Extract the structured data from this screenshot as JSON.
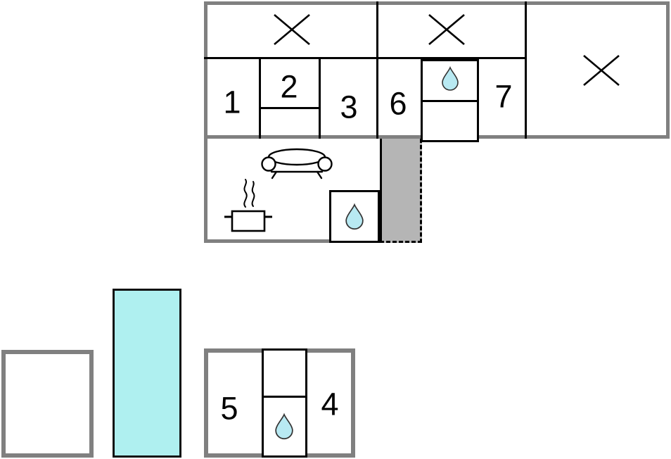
{
  "colors": {
    "wall_gray": "#808080",
    "line_black": "#000000",
    "stairs_fill": "#b5b5b5",
    "pool_fill": "#aff0f0",
    "drop_fill": "#b8e9f2",
    "background": "#ffffff"
  },
  "rooms": {
    "room1": {
      "label": "1"
    },
    "room2": {
      "label": "2"
    },
    "room3": {
      "label": "3"
    },
    "room4": {
      "label": "4"
    },
    "room5": {
      "label": "5"
    },
    "room6": {
      "label": "6"
    },
    "room7": {
      "label": "7"
    }
  },
  "icons": {
    "window": "window-x-icon",
    "water": "water-drop-icon",
    "sofa": "sofa-icon",
    "stove": "cooking-pot-icon"
  }
}
